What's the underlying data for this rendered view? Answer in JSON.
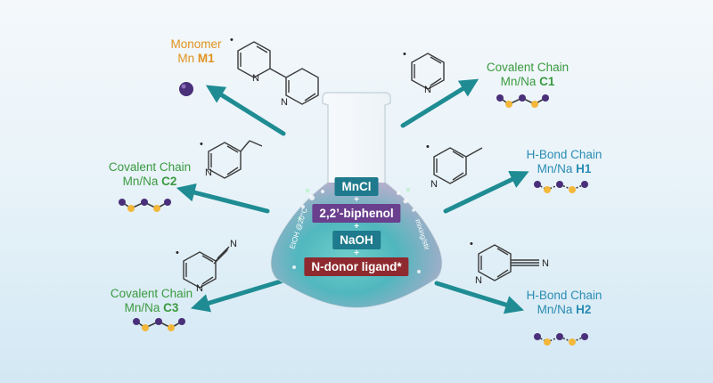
{
  "reagents": {
    "r1": "MnCl",
    "r2": "2,2’-biphenol",
    "r3": "NaOH",
    "r4": "N-donor ligand*",
    "plus": "+"
  },
  "flask_side": {
    "left": "EtOH @20°C",
    "right": "mixing/stir"
  },
  "products": {
    "m1": {
      "type": "Monomer",
      "metal": "Mn",
      "code": "M1"
    },
    "c1": {
      "type": "Covalent Chain",
      "metal": "Mn/Na",
      "code": "C1"
    },
    "c2": {
      "type": "Covalent Chain",
      "metal": "Mn/Na",
      "code": "C2"
    },
    "c3": {
      "type": "Covalent Chain",
      "metal": "Mn/Na",
      "code": "C3"
    },
    "h1": {
      "type": "H-Bond Chain",
      "metal": "Mn/Na",
      "code": "H1"
    },
    "h2": {
      "type": "H-Bond Chain",
      "metal": "Mn/Na",
      "code": "H2"
    }
  },
  "atoms": {
    "n": "N",
    "star": "•"
  },
  "colors": {
    "arrow": "#1f8c93",
    "green": "#3a9a3f",
    "teal": "#2a8cb2",
    "orange": "#e0921e",
    "purple": "#4a2f7a",
    "gold": "#f3b73a",
    "r1": "#1e7a8c",
    "r2": "#6a3f8e",
    "r3": "#1e7a8c",
    "r4": "#8e2a2f"
  }
}
